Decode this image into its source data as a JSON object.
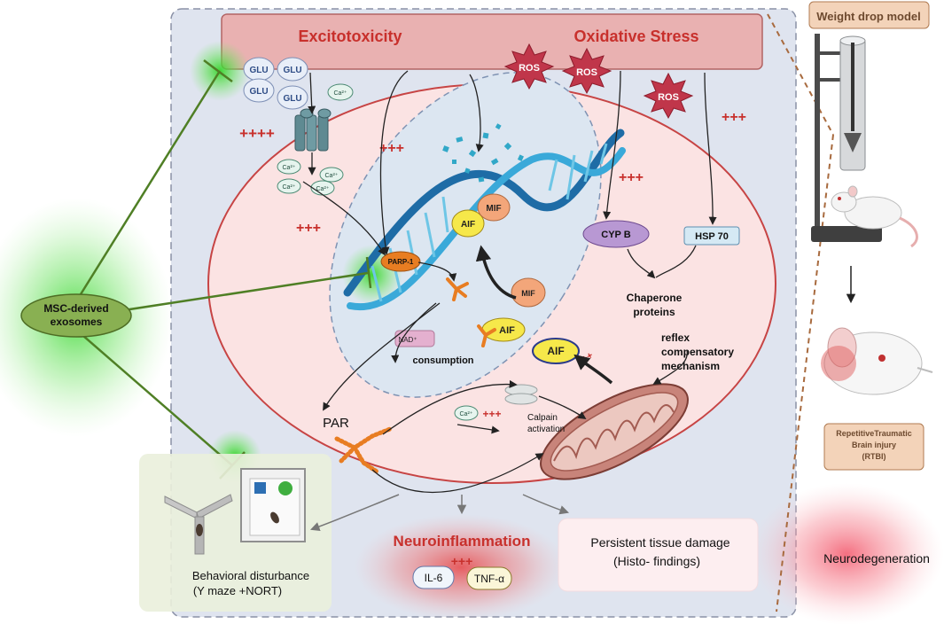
{
  "header": {
    "excitotoxicity": "Excitotoxicity",
    "oxidative_stress": "Oxidative Stress"
  },
  "ros": "ROS",
  "glu": "GLU",
  "ca": "Ca²⁺",
  "plus": {
    "four": "++++",
    "three": "+++"
  },
  "dna_region": {
    "aif": "AIF",
    "mif": "MIF",
    "parp1": "PARP-1",
    "nad": "NAD⁺",
    "consumption": "consumption"
  },
  "pathway": {
    "cyp_b": "CYP B",
    "hsp70": "HSP 70",
    "chaperone": [
      "Chaperone",
      "proteins"
    ],
    "reflex": [
      "reflex",
      "compensatory",
      "mechanism"
    ],
    "par": "PAR",
    "calpain": [
      "Calpain",
      "activation"
    ]
  },
  "msc": [
    "MSC-derived",
    "exosomes"
  ],
  "outcomes": {
    "neuroinflammation": "Neuroinflammation",
    "il6": "IL-6",
    "tnfa": "TNF-α",
    "tissue_damage": [
      "Persistent tissue damage",
      "(Histo- findings)"
    ],
    "behavioral": [
      "Behavioral disturbance",
      "(Y maze +NORT)"
    ],
    "neurodegeneration": "Neurodegeneration"
  },
  "model": {
    "title": "Weight drop model",
    "rtbi": [
      "RepetitiveTraumatic",
      "Brain injury",
      "(RTBI)"
    ]
  },
  "colors": {
    "red_accent": "#c8302c",
    "inhibit_green": "#4f7f25",
    "aif_yellow": "#f6e84a",
    "mif_orange": "#f3a67a",
    "parp_orange": "#e87d22"
  }
}
